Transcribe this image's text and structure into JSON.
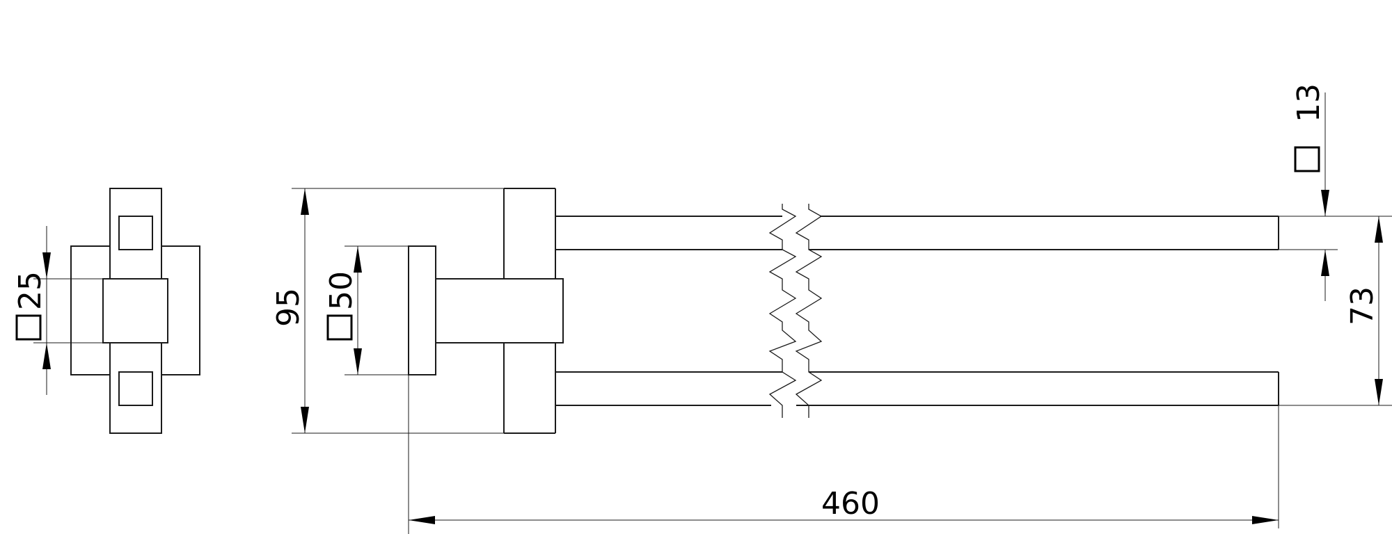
{
  "drawing": {
    "title": "",
    "dimensions": {
      "side_square": "25",
      "height_total": "95",
      "base_square": "50",
      "bar_square": "13",
      "bar_spacing": "73",
      "length": "460"
    },
    "square_symbol": "square-symbol"
  }
}
